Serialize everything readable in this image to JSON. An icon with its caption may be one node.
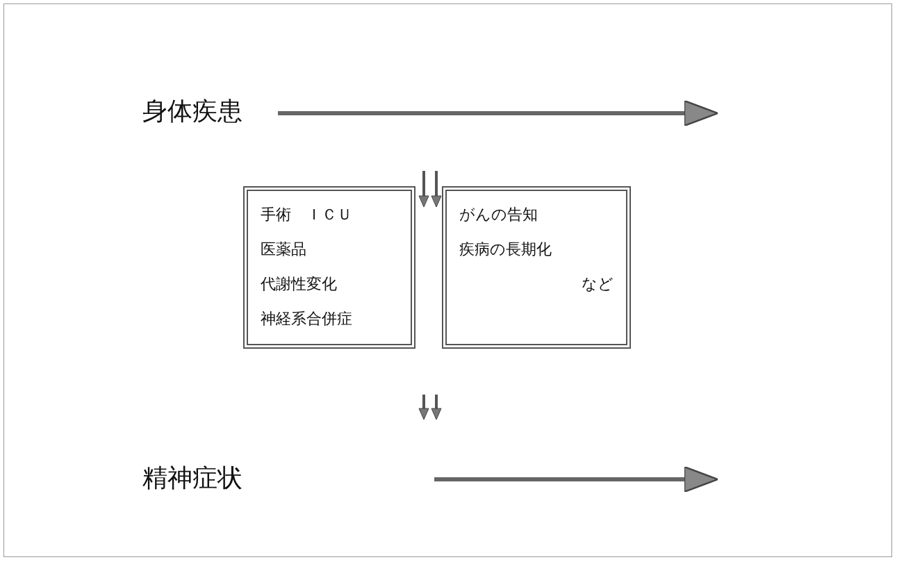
{
  "diagram": {
    "nodes": [
      {
        "text": [
          "身体疾患"
        ]
      },
      {
        "text": [
          "手術　ＩＣＵ",
          "医薬品",
          "代謝性変化",
          "神経系合併症"
        ]
      },
      {
        "text": [
          "がんの告知",
          "疾病の長期化",
          "など"
        ]
      },
      {
        "text": [
          "精神症状"
        ]
      }
    ]
  }
}
